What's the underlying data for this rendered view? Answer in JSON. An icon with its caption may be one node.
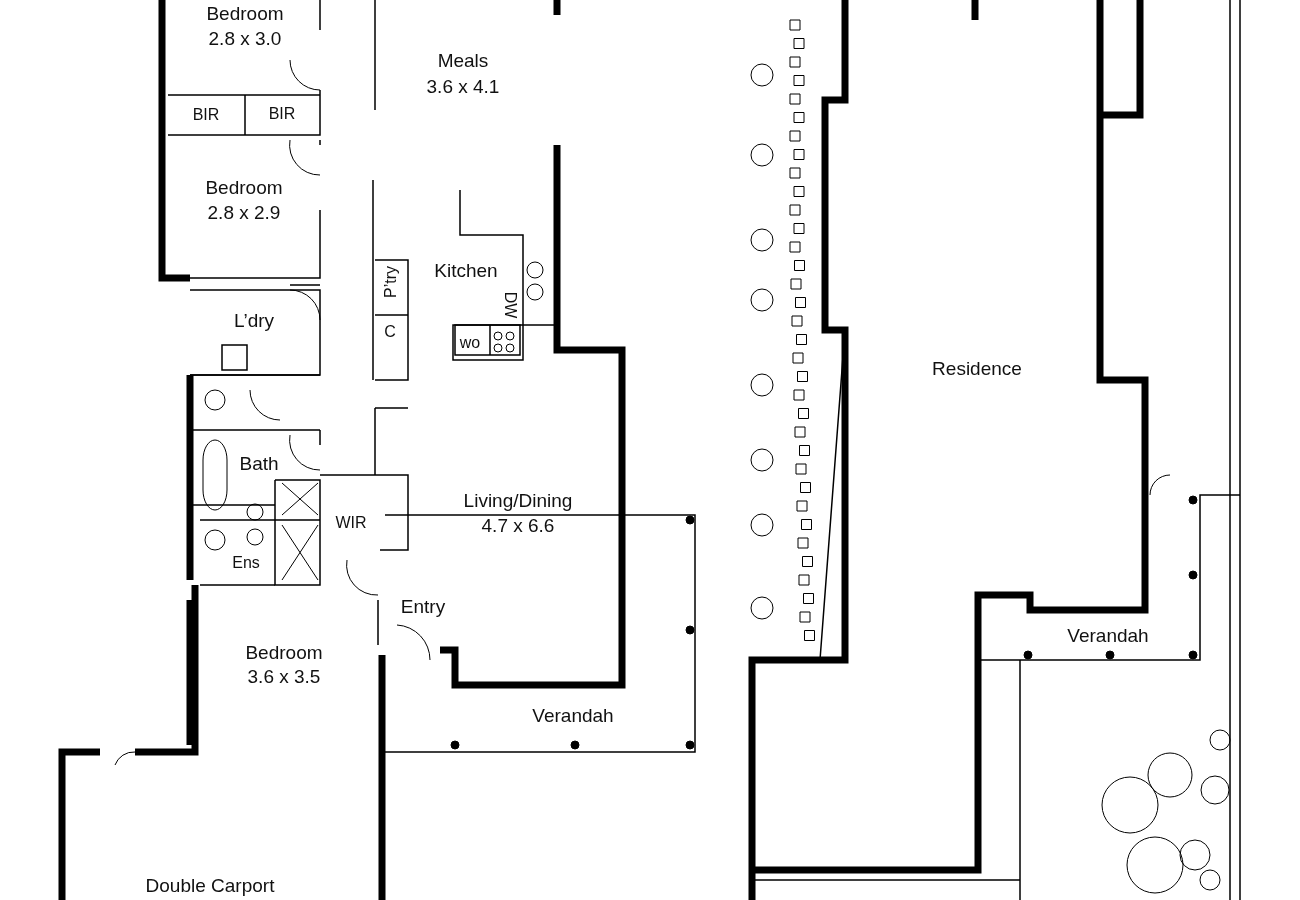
{
  "diagram": {
    "labels": [
      "Bedroom",
      "2.8 x 3.0",
      "Meals",
      "3.6 x 4.1",
      "BIR",
      "BIR",
      "Bedroom",
      "2.8 x 2.9",
      "Kitchen",
      "P’try",
      "DW",
      "L’dry",
      "C",
      "wo",
      "Residence",
      "Bath",
      "Living/Dining",
      "4.7 x 6.6",
      "WIR",
      "Ens",
      "Entry",
      "Verandah",
      "Bedroom",
      "3.6 x 3.5",
      "Verandah",
      "Double Carport"
    ]
  }
}
